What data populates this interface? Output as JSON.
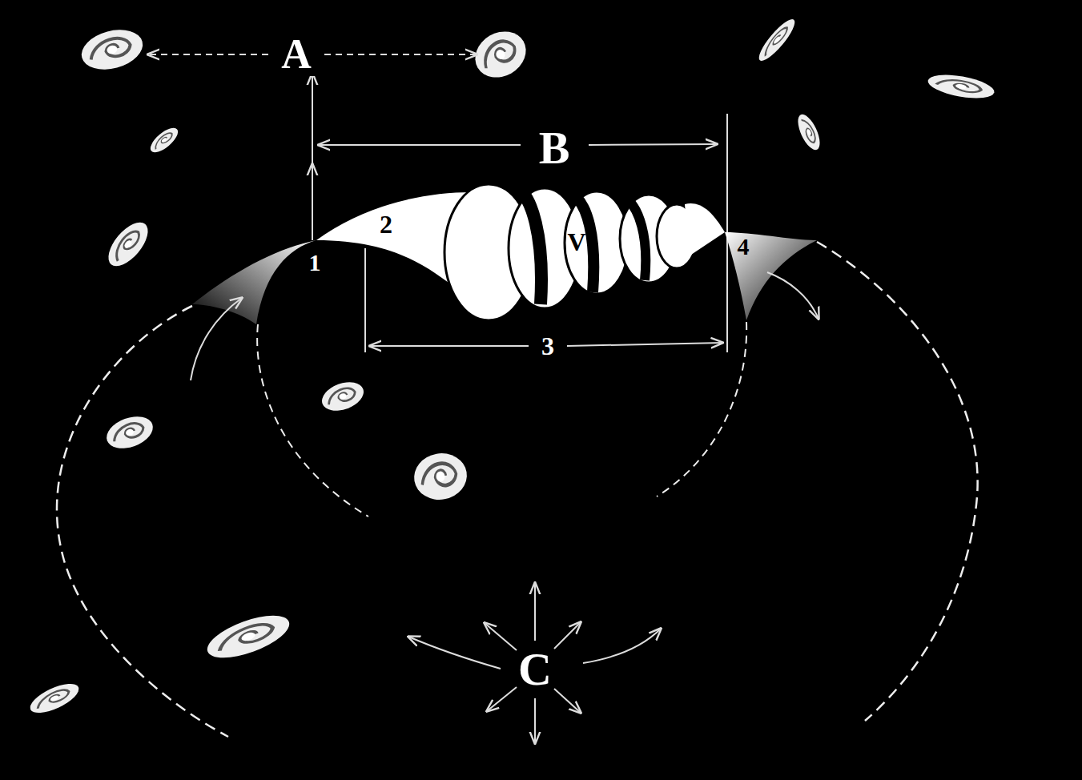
{
  "diagram": {
    "labels": [
      "A",
      "B",
      "2",
      "1",
      "V",
      "4",
      "3",
      "C"
    ]
  }
}
